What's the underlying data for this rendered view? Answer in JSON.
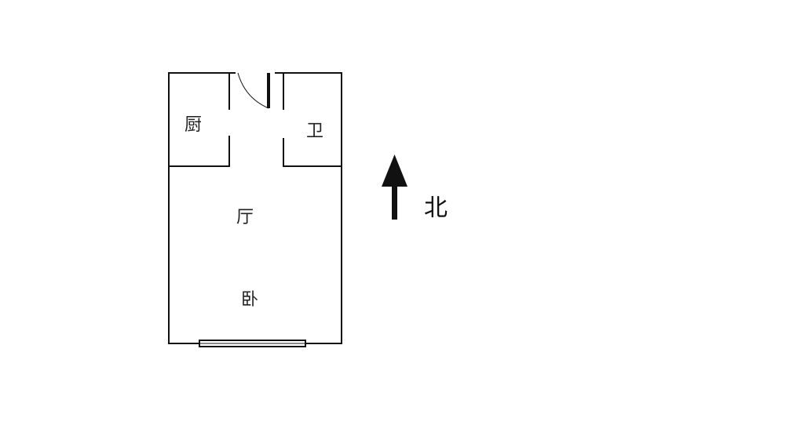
{
  "rooms": {
    "kitchen": "厨",
    "bathroom": "卫",
    "living": "厅",
    "bedroom": "卧"
  },
  "compass": {
    "label": "北",
    "icon": "north-arrow-icon"
  }
}
